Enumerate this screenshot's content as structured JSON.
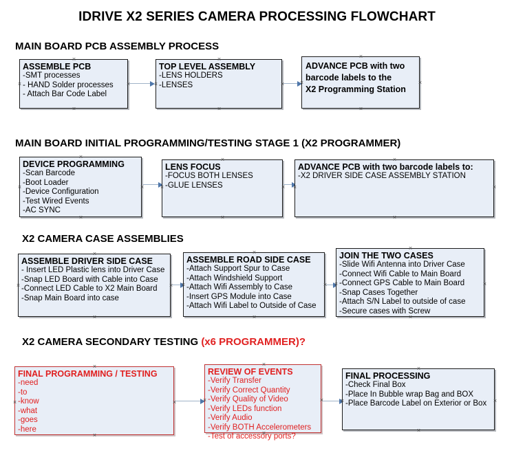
{
  "document": {
    "title": "IDRIVE X2  SERIES CAMERA PROCESSING FLOWCHART"
  },
  "colors": {
    "node_fill": "#e8eef7",
    "node_border": "#1a1a1a",
    "accent_red": "#e02020",
    "connector": "#9fb3c8",
    "arrowhead": "#4f77aa"
  },
  "sections": [
    {
      "id": "main-board-pcb-assembly",
      "header": "MAIN BOARD PCB ASSEMBLY PROCESS",
      "header_accent": "",
      "nodes": [
        {
          "id": "assemble-pcb",
          "title": "ASSEMBLE PCB",
          "items": [
            "-SMT processes",
            "- HAND Solder processes",
            "- Attach Bar Code Label"
          ]
        },
        {
          "id": "top-level-assembly",
          "title": "TOP LEVEL ASSEMBLY",
          "items": [
            "-LENS HOLDERS",
            "-LENSES"
          ]
        },
        {
          "id": "advance-pcb-to-x2-programming-station",
          "title": "ADVANCE PCB with two\nbarcode labels to the\n X2 Programming Station",
          "items": []
        }
      ]
    },
    {
      "id": "main-board-initial-programming",
      "header": "MAIN BOARD INITIAL PROGRAMMING/TESTING STAGE 1 (X2 PROGRAMMER)",
      "header_accent": "",
      "nodes": [
        {
          "id": "device-programming",
          "title": "DEVICE PROGRAMMING",
          "items": [
            "-Scan Barcode",
            "-Boot Loader",
            "-Device Configuration",
            "-Test Wired Events",
            "-AC SYNC"
          ]
        },
        {
          "id": "lens-focus",
          "title": "LENS FOCUS",
          "items": [
            "-FOCUS BOTH LENSES",
            "-GLUE LENSES"
          ]
        },
        {
          "id": "advance-pcb-to-driver-side-case",
          "title": "ADVANCE PCB with two barcode labels to:",
          "items": [
            "-X2 DRIVER  SIDE  CASE  ASSEMBLY STATION"
          ]
        }
      ]
    },
    {
      "id": "x2-camera-case-assemblies",
      "header": "X2 CAMERA CASE ASSEMBLIES",
      "header_accent": "",
      "nodes": [
        {
          "id": "assemble-driver-side-case",
          "title": "ASSEMBLE DRIVER SIDE CASE",
          "items": [
            "- Insert LED Plastic lens into Driver Case",
            "-Snap LED Board with Cable into Case",
            "-Connect LED Cable to X2 Main Board",
            "-Snap Main Board into case"
          ]
        },
        {
          "id": "assemble-road-side-case",
          "title": "ASSEMBLE ROAD SIDE CASE",
          "items": [
            "-Attach Support Spur to Case",
            "-Attach Windshield Support",
            "-Attach Wifi Assembly to Case",
            "-Insert GPS Module into Case",
            "-Attach Wifi Label to Outside of Case"
          ]
        },
        {
          "id": "join-the-two-cases",
          "title": "JOIN THE TWO CASES",
          "items": [
            "-Slide Wifi Antenna into Driver Case",
            "-Connect Wifi Cable to Main Board",
            "-Connect GPS Cable to Main Board",
            "-Snap Cases Together",
            "-Attach S/N Label to outside of case",
            "-Secure cases with Screw"
          ]
        }
      ]
    },
    {
      "id": "x2-camera-secondary-testing",
      "header": "X2 CAMERA SECONDARY TESTING ",
      "header_accent": "(x6 PROGRAMMER)?",
      "nodes": [
        {
          "id": "final-programming-testing",
          "title": "FINAL PROGRAMMING / TESTING",
          "items": [
            "-need",
            "-to",
            "-know",
            "-what",
            "-goes",
            "-here"
          ]
        },
        {
          "id": "review-of-events",
          "title": "REVIEW OF EVENTS",
          "items": [
            "-Verify Transfer",
            "-Verify Correct Quantity",
            "-Verify Quality of Video",
            "-Verify LEDs function",
            "-Verify Audio",
            "-Verify BOTH Accelerometers",
            "-Test of accessory ports?"
          ]
        },
        {
          "id": "final-processing",
          "title": "FINAL PROCESSING",
          "items": [
            " -Check Final Box",
            "-Place In Bubble wrap Bag and BOX",
            "-Place Barcode Label on Exterior or Box"
          ]
        }
      ]
    }
  ]
}
